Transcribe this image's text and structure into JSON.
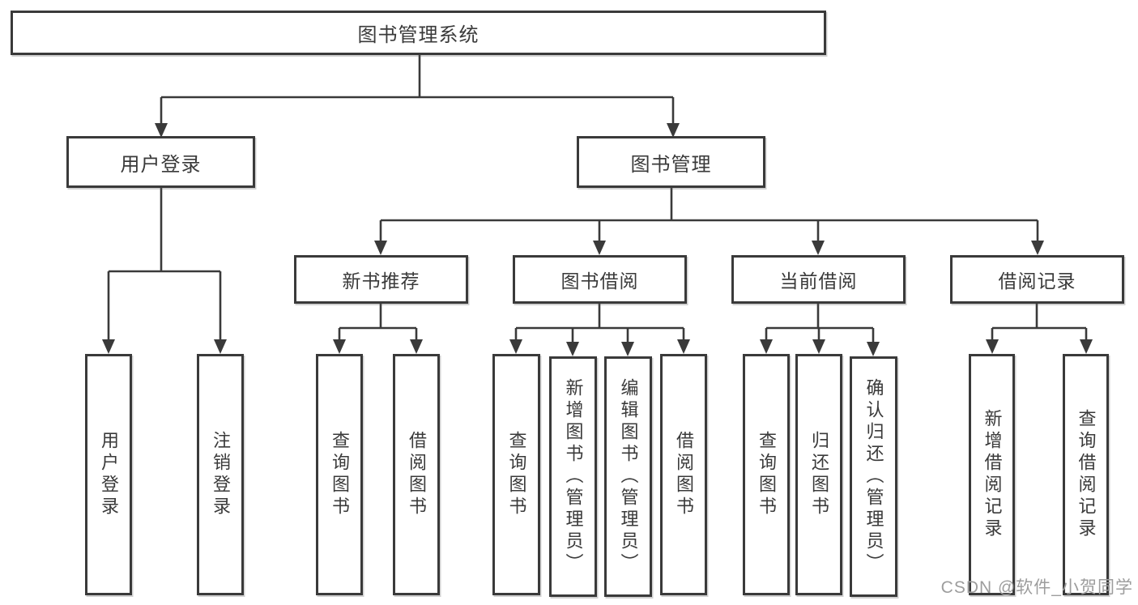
{
  "diagram": {
    "root": {
      "label": "图书管理系统"
    },
    "branches": [
      {
        "label": "用户登录",
        "children": [
          {
            "label": "用户登录"
          },
          {
            "label": "注销登录"
          }
        ]
      },
      {
        "label": "图书管理",
        "children": [
          {
            "label": "新书推荐",
            "children": [
              {
                "label": "查询图书"
              },
              {
                "label": "借阅图书"
              }
            ]
          },
          {
            "label": "图书借阅",
            "children": [
              {
                "label": "查询图书"
              },
              {
                "label": "新增图书（管理员）"
              },
              {
                "label": "编辑图书（管理员）"
              },
              {
                "label": "借阅图书"
              }
            ]
          },
          {
            "label": "当前借阅",
            "children": [
              {
                "label": "查询图书"
              },
              {
                "label": "归还图书"
              },
              {
                "label": "确认归还（管理员）"
              }
            ]
          },
          {
            "label": "借阅记录",
            "children": [
              {
                "label": "新增借阅记录"
              },
              {
                "label": "查询借阅记录"
              }
            ]
          }
        ]
      }
    ],
    "watermark": "CSDN @软件_小贺同学",
    "colors": {
      "line": "#3a3a3a",
      "text": "#3a3a3a",
      "watermark": "#9d9d9d",
      "background": "#ffffff"
    }
  }
}
